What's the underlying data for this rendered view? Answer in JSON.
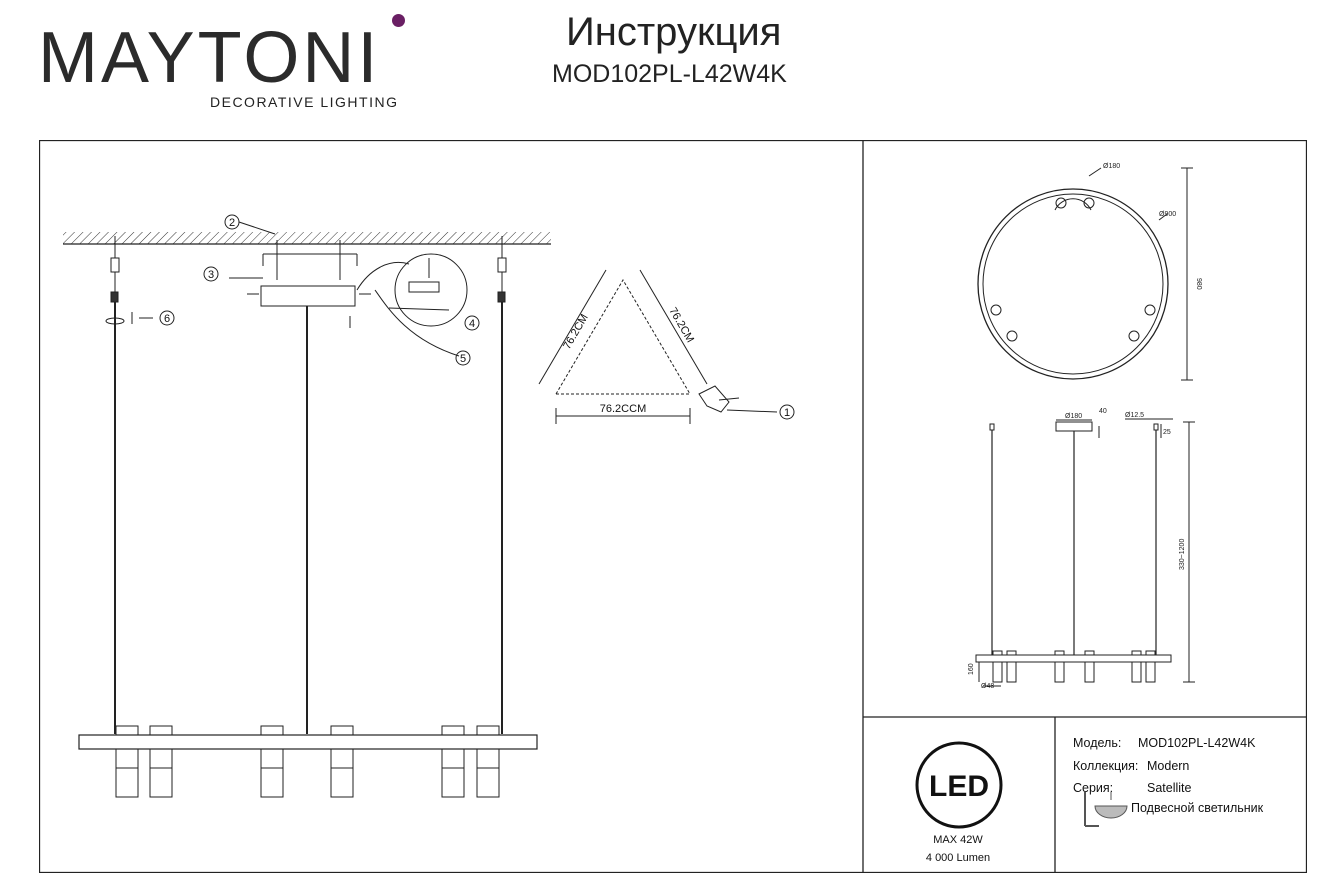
{
  "header": {
    "brand": "MAYTONI",
    "brand_tagline": "DECORATIVE LIGHTING",
    "brand_accent_color": "#6a1f64",
    "title": "Инструкция",
    "model": "MOD102PL-L42W4K"
  },
  "installation": {
    "callouts": [
      "1",
      "2",
      "3",
      "4",
      "5",
      "6"
    ],
    "triangle_dimensions": [
      "76.2CM",
      "76.2CM",
      "76.2CCM"
    ]
  },
  "drawing_dimensions": {
    "top_diameter_cap": "Ø180",
    "ring_diameter": "Ø900",
    "overall_height": "980",
    "canopy_diameter": "Ø180",
    "canopy_height": "40",
    "cable_diameter": "Ø12.5",
    "cable_top": "25",
    "suspension_range": "330~1200",
    "spot_height": "160",
    "spot_diameter": "Ø48"
  },
  "spec": {
    "power": "MAX 42W",
    "lumen": "4 000 Lumen",
    "led_badge": "LED",
    "model_label": "Модель:",
    "model_value": "MOD102PL-L42W4K",
    "collection_label": "Коллекция:",
    "collection_value": "Modern",
    "series_label": "Серия:",
    "series_value": "Satellite",
    "type_value": "Подвесной светильник"
  }
}
